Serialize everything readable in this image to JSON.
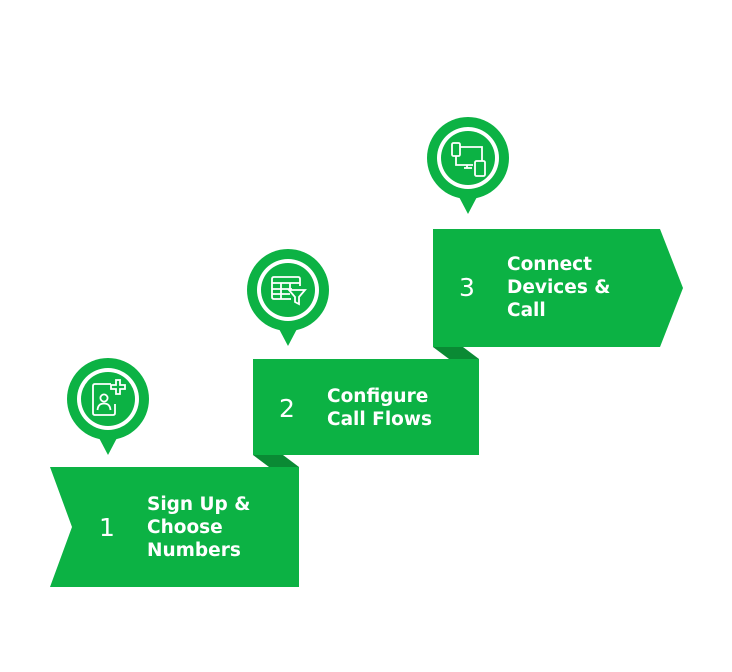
{
  "colors": {
    "primary": "#0cb244",
    "shadow": "#0a8a34",
    "icon": "#ffffff"
  },
  "steps": [
    {
      "number": "1",
      "label": "Sign Up &\nChoose\nNumbers",
      "icon": "user-plus-icon"
    },
    {
      "number": "2",
      "label": "Configure\nCall Flows",
      "icon": "table-filter-icon"
    },
    {
      "number": "3",
      "label": "Connect\nDevices &\nCall",
      "icon": "devices-icon"
    }
  ]
}
